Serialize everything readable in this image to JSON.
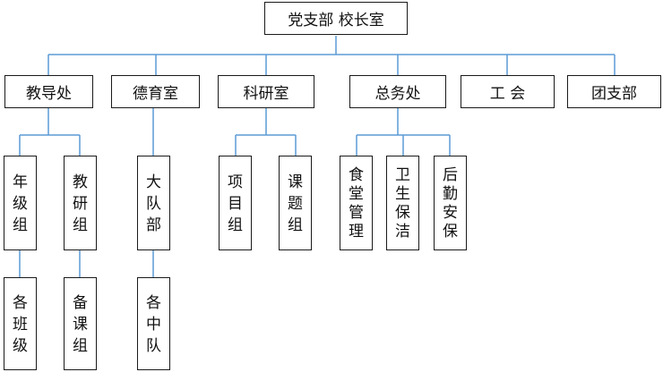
{
  "nodes": {
    "root": "党支部 校长室",
    "jiaowu": "教导处",
    "deyu": "德育室",
    "keyan": "科研室",
    "zongwu": "总务处",
    "gonghui": "工 会",
    "tuanzhi": "团支部",
    "nianji": "年\n级\n组",
    "jiaoyan": "教\n研\n组",
    "dadui": "大\n队\n部",
    "xiangmu": "项\n目\n组",
    "keti": "课\n题\n组",
    "shitang": "食\n堂\n管\n理",
    "weisheng": "卫\n生\n保\n洁",
    "houqin": "后\n勤\n安\n保",
    "gebanji": "各\n班\n级",
    "beike": "备\n课\n组",
    "gezhongdui": "各\n中\n队"
  },
  "colors": {
    "connector": "#5b9bd5",
    "border": "#1a1a1a"
  }
}
